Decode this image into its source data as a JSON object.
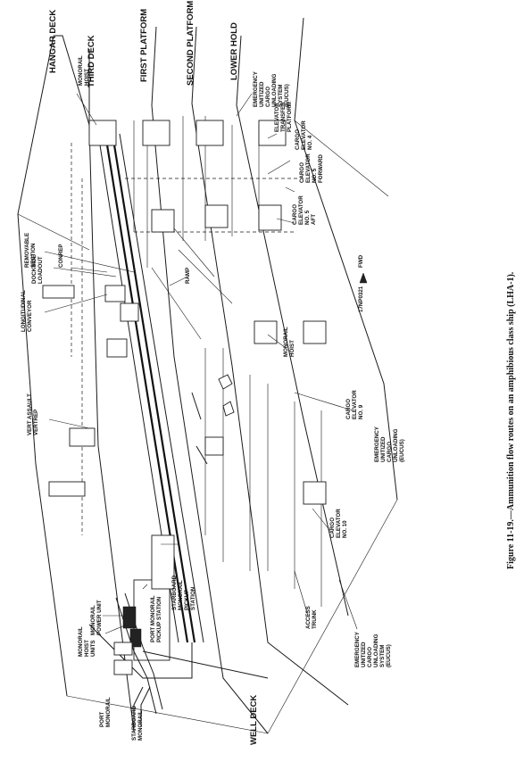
{
  "figure": {
    "caption": "Figure 11-19.—Ammunition flow routes on an amphibious class ship (LHA-1).",
    "code": "17NP0321",
    "fwd": "FWD"
  },
  "decks": [
    {
      "id": "hangar",
      "text": "HANGAR DECK"
    },
    {
      "id": "third",
      "text": "THIRD DECK"
    },
    {
      "id": "first",
      "text": "FIRST PLATFORM"
    },
    {
      "id": "second",
      "text": "SECOND PLATFORM"
    },
    {
      "id": "lower",
      "text": "LOWER HOLD"
    },
    {
      "id": "well",
      "text": "WELL DECK"
    }
  ],
  "labels": [
    {
      "id": "monorail-hoist-top",
      "lines": [
        "MONORAIL",
        "HOIST"
      ]
    },
    {
      "id": "eucus-top",
      "lines": [
        "EMERGENCY",
        "UNITIZED",
        "CARGO",
        "UNLOADING",
        "SYSTEM",
        "(EUCUS)"
      ]
    },
    {
      "id": "elevator-transfer",
      "lines": [
        "ELEVATOR",
        "TRANSFER",
        "PLATFORM"
      ]
    },
    {
      "id": "cargo-elev-4",
      "lines": [
        "CARGO",
        "ELEVATOR",
        "NO. 4"
      ]
    },
    {
      "id": "cargo-elev-5-fwd",
      "lines": [
        "CARGO",
        "ELEVATOR",
        "NO. 5",
        "FORWARD"
      ]
    },
    {
      "id": "cargo-elev-5-aft",
      "lines": [
        "CARGO",
        "ELEVATOR",
        "NO. 5",
        "AFT"
      ]
    },
    {
      "id": "removable-section",
      "lines": [
        "REMOVABLE",
        "SECTION"
      ]
    },
    {
      "id": "dockside-loadout",
      "lines": [
        "DOCKSIDE",
        "LOADOUT"
      ]
    },
    {
      "id": "conrep",
      "lines": [
        "CONREP"
      ]
    },
    {
      "id": "ramp",
      "lines": [
        "RAMP"
      ]
    },
    {
      "id": "longitudinal-conveyor",
      "lines": [
        "LONGITUDINAL",
        "CONVEYOR"
      ]
    },
    {
      "id": "monorail-hoist-mid",
      "lines": [
        "MONORAIL",
        "HOIST"
      ]
    },
    {
      "id": "cargo-elev-9",
      "lines": [
        "CARGO",
        "ELEVATOR",
        "NO. 9"
      ]
    },
    {
      "id": "eucus-mid",
      "lines": [
        "EMERGENCY",
        "UNITIZED",
        "CARGO",
        "UNLOADING",
        "(EUCUS)"
      ]
    },
    {
      "id": "vert-assault",
      "lines": [
        "VERT ASSAULT",
        "VERTREP"
      ]
    },
    {
      "id": "cargo-elev-10",
      "lines": [
        "CARGO",
        "ELEVATOR",
        "NO. 10"
      ]
    },
    {
      "id": "starboard-pickup",
      "lines": [
        "STARBOARD",
        "MONORAIL",
        "PICKUP",
        "STATION"
      ]
    },
    {
      "id": "port-pickup",
      "lines": [
        "PORT MONORAIL",
        "PICKUP STATION"
      ]
    },
    {
      "id": "power-unit",
      "lines": [
        "MONORAIL",
        "POWER UNIT"
      ]
    },
    {
      "id": "hoist-units",
      "lines": [
        "MONORAIL",
        "HOIST",
        "UNITS"
      ]
    },
    {
      "id": "port-monorail",
      "lines": [
        "PORT",
        "MONORAIL"
      ]
    },
    {
      "id": "starboard-monorail",
      "lines": [
        "STARBOARD",
        "MONORAIL"
      ]
    },
    {
      "id": "access-trunk",
      "lines": [
        "ACCESS",
        "TRUNK"
      ]
    },
    {
      "id": "eucus-bottom",
      "lines": [
        "EMERGENCY",
        "UNITIZED",
        "CARGO",
        "UNLOADING",
        "SYSTEM",
        "(EUCUS)"
      ]
    }
  ]
}
